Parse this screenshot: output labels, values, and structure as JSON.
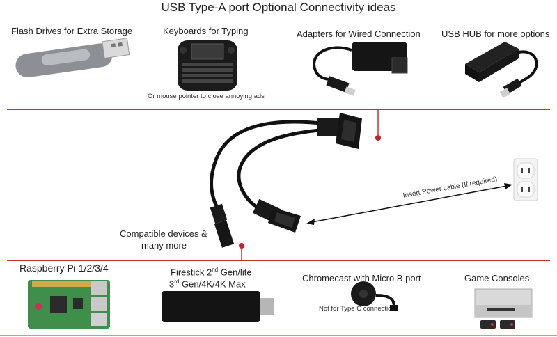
{
  "title": "USB Type-A port Optional Connectivity ideas",
  "top_items": [
    {
      "label": "Flash Drives for Extra Storage",
      "icon": "flash-drive-icon"
    },
    {
      "label": "Keyboards for Typing",
      "icon": "keyboard-icon",
      "note": "Or mouse pointer to close annoying ads"
    },
    {
      "label": "Adapters for Wired Connection",
      "icon": "ethernet-adapter-icon"
    },
    {
      "label": "USB HUB for more options",
      "icon": "usb-hub-icon"
    }
  ],
  "middle": {
    "cable_icon": "usb-otg-y-cable-icon",
    "outlet_icon": "wall-outlet-icon",
    "power_label": "Insert Power cable (If required)",
    "devices_label_line1": "Compatible devices &",
    "devices_label_line2": "many more"
  },
  "bottom_items": [
    {
      "label": "Raspberry Pi  1/2/3/4",
      "icon": "raspberry-pi-icon"
    },
    {
      "label_a": "Firestick 2",
      "label_a_sup": "nd",
      "label_a_rest": " Gen/lite",
      "label_b": "3",
      "label_b_sup": "rd",
      "label_b_rest": " Gen/4K/4K Max",
      "icon": "firestick-icon"
    },
    {
      "label": "Chromecast with Micro B port",
      "icon": "chromecast-icon",
      "note": "Not for Type C connections"
    },
    {
      "label": "Game Consoles",
      "icon": "game-console-icon"
    }
  ],
  "colors": {
    "divider": "#c9302c",
    "bottom_border": "#e39a4c"
  }
}
